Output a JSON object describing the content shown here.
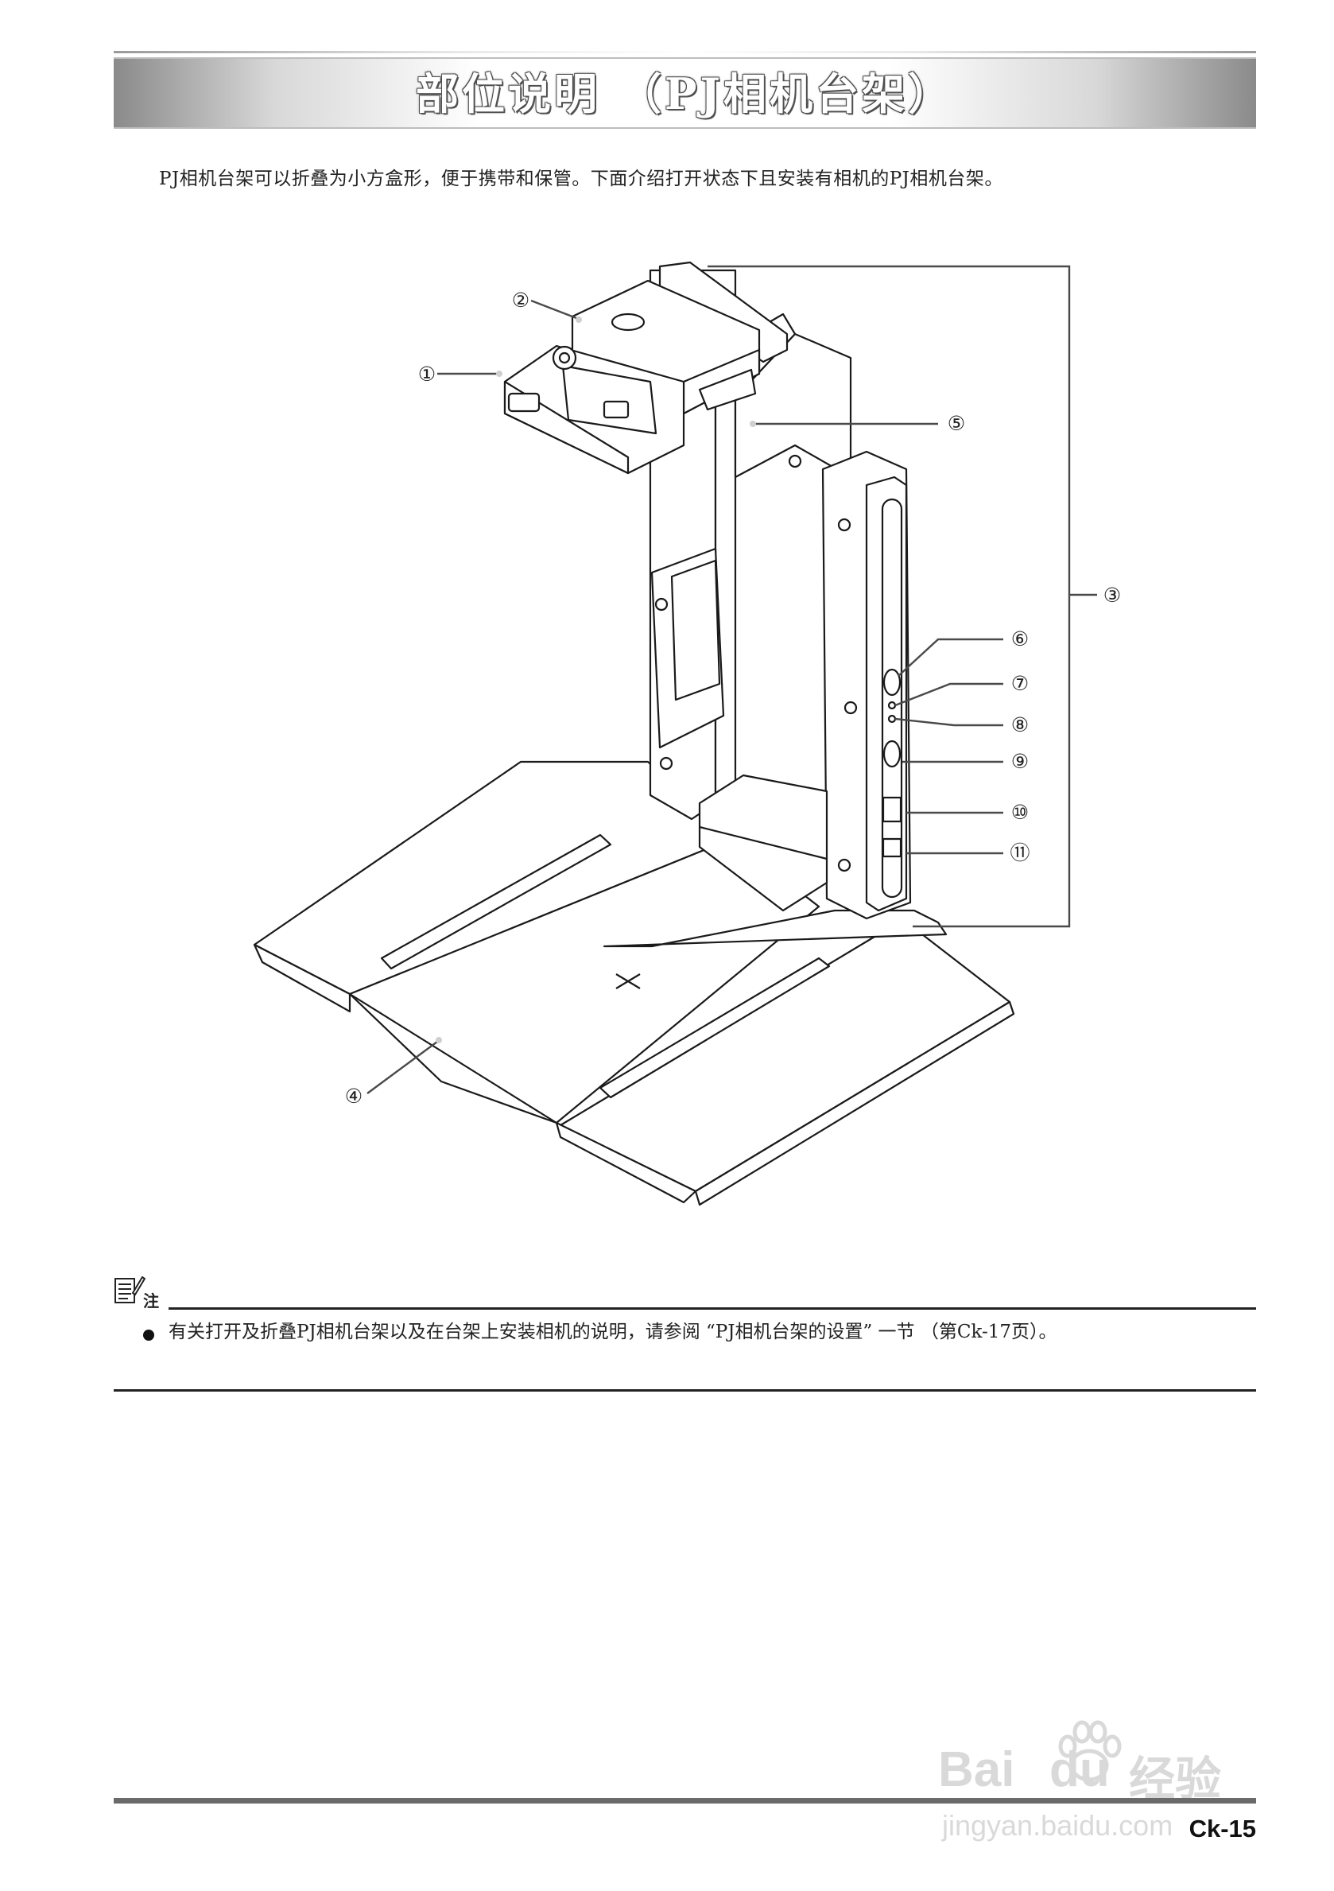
{
  "page": {
    "title": "部位说明 （PJ相机台架）",
    "intro": "PJ相机台架可以折叠为小方盒形，便于携带和保管。下面介绍打开状态下且安装有相机的PJ相机台架。",
    "page_number": "Ck-15"
  },
  "diagram": {
    "callouts": [
      "①",
      "②",
      "③",
      "④",
      "⑤",
      "⑥",
      "⑦",
      "⑧",
      "⑨",
      "⑩",
      "⑪"
    ]
  },
  "note": {
    "label": "注",
    "icon": "note-pencil-icon",
    "text": "有关打开及折叠PJ相机台架以及在台架上安装相机的说明，请参阅 “PJ相机台架的设置” 一节 （第Ck-17页）。"
  },
  "watermark": {
    "brand": "Bai",
    "brand_suffix": "du",
    "brand_cn": "经验",
    "url": "jingyan.baidu.com",
    "icon": "paw-icon"
  },
  "colors": {
    "title_band_edge": "#8a8a8a",
    "footer_rule": "#6a6a6a",
    "watermark": "#d9d9d9"
  }
}
